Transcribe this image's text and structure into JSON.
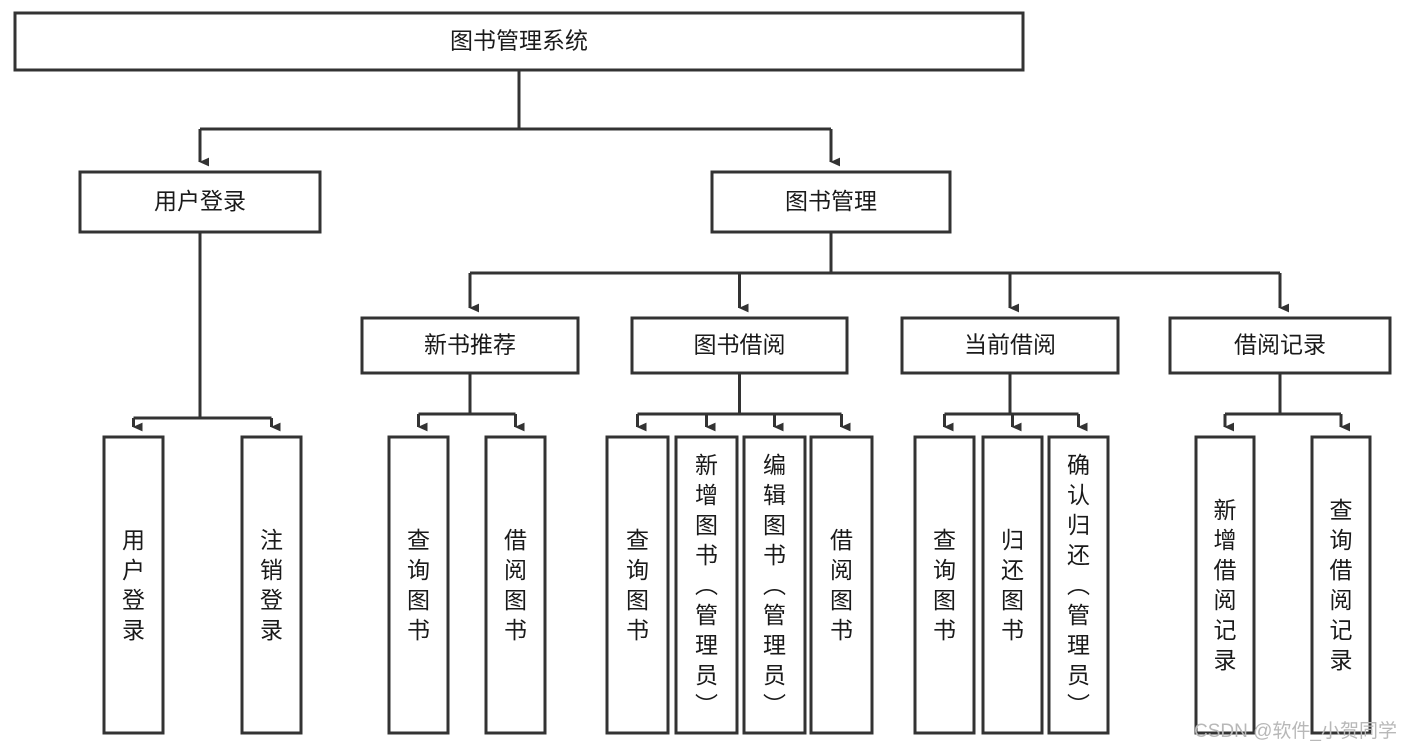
{
  "diagram": {
    "title": "图书管理系统",
    "type": "tree",
    "watermark": "CSDN @软件_小贺同学",
    "colors": {
      "stroke": "#333333",
      "fill": "#ffffff",
      "text": "#1a1a1a",
      "watermark": "#b8b8b8"
    },
    "nodes": {
      "root": {
        "label": "图书管理系统",
        "level": 0,
        "orientation": "horizontal"
      },
      "user_login": {
        "label": "用户登录",
        "level": 1,
        "orientation": "horizontal"
      },
      "book_manage": {
        "label": "图书管理",
        "level": 1,
        "orientation": "horizontal"
      },
      "new_book_rec": {
        "label": "新书推荐",
        "level": 2,
        "orientation": "horizontal"
      },
      "book_borrow": {
        "label": "图书借阅",
        "level": 2,
        "orientation": "horizontal"
      },
      "current_borrow": {
        "label": "当前借阅",
        "level": 2,
        "orientation": "horizontal"
      },
      "borrow_record": {
        "label": "借阅记录",
        "level": 2,
        "orientation": "horizontal"
      },
      "leaf_user_login": {
        "label": "用户登录",
        "level": 3,
        "orientation": "vertical"
      },
      "leaf_logout": {
        "label": "注销登录",
        "level": 3,
        "orientation": "vertical"
      },
      "leaf_query_book_1": {
        "label": "查询图书",
        "level": 3,
        "orientation": "vertical"
      },
      "leaf_borrow_book_1": {
        "label": "借阅图书",
        "level": 3,
        "orientation": "vertical"
      },
      "leaf_query_book_2": {
        "label": "查询图书",
        "level": 3,
        "orientation": "vertical"
      },
      "leaf_add_book": {
        "label": "新增图书（管理员）",
        "level": 3,
        "orientation": "vertical"
      },
      "leaf_edit_book": {
        "label": "编辑图书（管理员）",
        "level": 3,
        "orientation": "vertical"
      },
      "leaf_borrow_book_2": {
        "label": "借阅图书",
        "level": 3,
        "orientation": "vertical"
      },
      "leaf_query_book_3": {
        "label": "查询图书",
        "level": 3,
        "orientation": "vertical"
      },
      "leaf_return_book": {
        "label": "归还图书",
        "level": 3,
        "orientation": "vertical"
      },
      "leaf_confirm_return": {
        "label": "确认归还（管理员）",
        "level": 3,
        "orientation": "vertical"
      },
      "leaf_add_record": {
        "label": "新增借阅记录",
        "level": 3,
        "orientation": "vertical"
      },
      "leaf_query_record": {
        "label": "查询借阅记录",
        "level": 3,
        "orientation": "vertical"
      }
    },
    "edges": [
      {
        "from": "root",
        "to": "user_login"
      },
      {
        "from": "root",
        "to": "book_manage"
      },
      {
        "from": "user_login",
        "to": "leaf_user_login"
      },
      {
        "from": "user_login",
        "to": "leaf_logout"
      },
      {
        "from": "book_manage",
        "to": "new_book_rec"
      },
      {
        "from": "book_manage",
        "to": "book_borrow"
      },
      {
        "from": "book_manage",
        "to": "current_borrow"
      },
      {
        "from": "book_manage",
        "to": "borrow_record"
      },
      {
        "from": "new_book_rec",
        "to": "leaf_query_book_1"
      },
      {
        "from": "new_book_rec",
        "to": "leaf_borrow_book_1"
      },
      {
        "from": "book_borrow",
        "to": "leaf_query_book_2"
      },
      {
        "from": "book_borrow",
        "to": "leaf_add_book"
      },
      {
        "from": "book_borrow",
        "to": "leaf_edit_book"
      },
      {
        "from": "book_borrow",
        "to": "leaf_borrow_book_2"
      },
      {
        "from": "current_borrow",
        "to": "leaf_query_book_3"
      },
      {
        "from": "current_borrow",
        "to": "leaf_return_book"
      },
      {
        "from": "current_borrow",
        "to": "leaf_confirm_return"
      },
      {
        "from": "borrow_record",
        "to": "leaf_add_record"
      },
      {
        "from": "borrow_record",
        "to": "leaf_query_record"
      }
    ]
  }
}
